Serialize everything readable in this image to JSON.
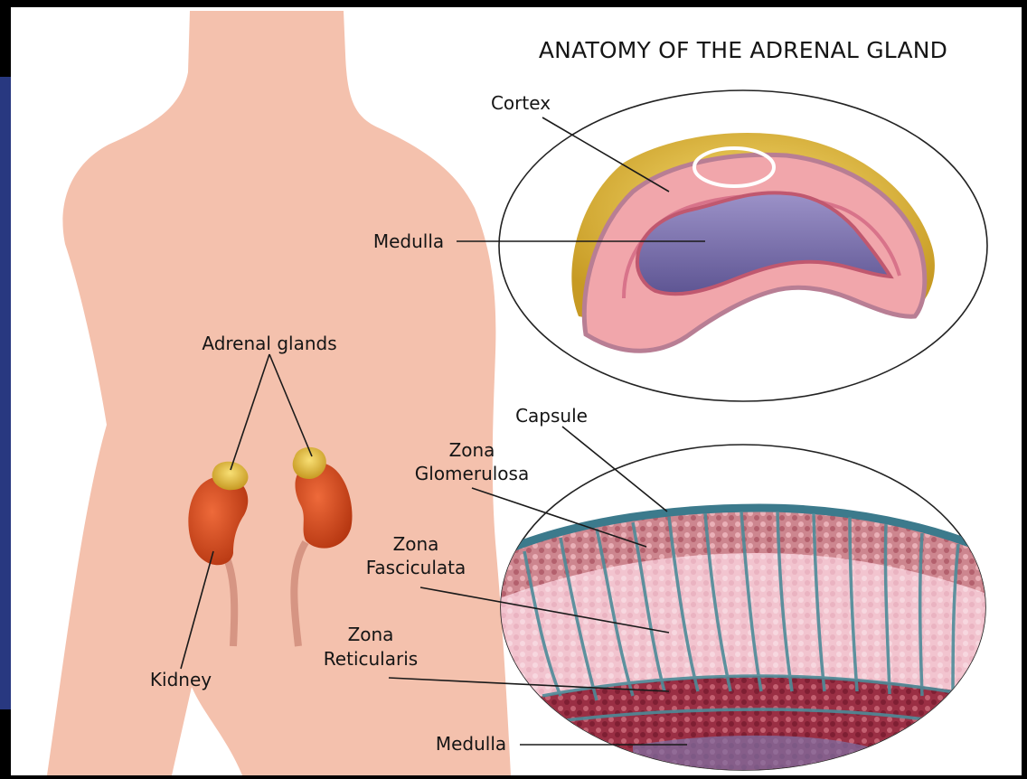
{
  "title": "ANATOMY OF THE ADRENAL GLAND",
  "labels": {
    "adrenal_glands": "Adrenal glands",
    "kidney": "Kidney",
    "cortex": "Cortex",
    "medulla_top": "Medulla",
    "capsule": "Capsule",
    "zona_glomerulosa_1": "Zona",
    "zona_glomerulosa_2": "Glomerulosa",
    "zona_fasciculata_1": "Zona",
    "zona_fasciculata_2": "Fasciculata",
    "zona_reticularis_1": "Zona",
    "zona_reticularis_2": "Reticularis",
    "medulla_bottom": "Medulla"
  },
  "colors": {
    "background": "#ffffff",
    "frame": "#000000",
    "left_border": "#283880",
    "body_skin": "#f4c1ad",
    "kidney": "#d5461e",
    "adrenal_fat": "#f2d24a",
    "cortex_pink": "#f1a6ab",
    "medulla_purple": "#7b70ac",
    "capsule_teal": "#3c7a8c",
    "reticularis_red": "#8e2a3c"
  },
  "icons": {
    "body": "human-torso-silhouette",
    "kidneys": "kidney-pair-icon",
    "gland_cross_section": "adrenal-gland-section-icon",
    "tissue_section": "cortex-tissue-section-icon"
  }
}
